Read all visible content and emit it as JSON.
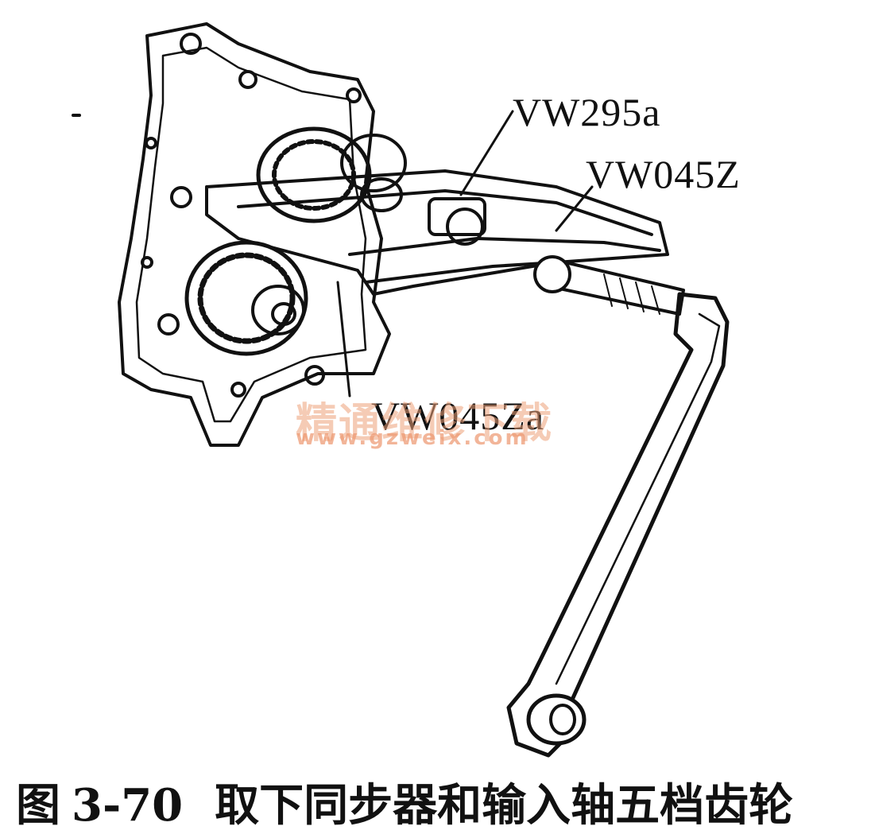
{
  "figure": {
    "labels": {
      "vw295a": "VW295a",
      "vw045z": "VW045Z",
      "vw045za": "VW045Za"
    },
    "watermark": {
      "text_cn": "精通维修下载",
      "url": "www.gzweix.com"
    },
    "caption": {
      "prefix": "图",
      "number": "3-70",
      "text": "取下同步器和输入轴五档齿轮"
    }
  },
  "colors": {
    "ink": "#111111",
    "watermark": "#ec9a6e",
    "background": "#ffffff"
  }
}
